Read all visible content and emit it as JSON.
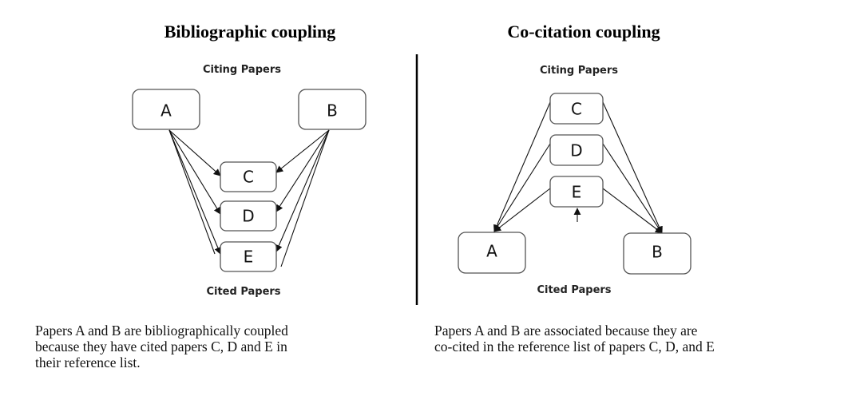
{
  "bibliographic": {
    "title": "Bibliographic coupling",
    "citing_label": "Citing Papers",
    "cited_label": "Cited Papers",
    "nodes": {
      "A": "A",
      "B": "B",
      "C": "C",
      "D": "D",
      "E": "E"
    },
    "caption_lines": [
      "Papers A and B are bibliographically coupled",
      "because they have cited papers C, D and E in",
      "their reference list."
    ]
  },
  "cocitation": {
    "title": "Co-citation coupling",
    "citing_label": "Citing Papers",
    "cited_label": "Cited Papers",
    "nodes": {
      "C": "C",
      "D": "D",
      "E": "E",
      "A": "A",
      "B": "B"
    },
    "caption_lines": [
      "Papers A and B are associated because they are",
      "co-cited in the reference list of papers C, D, and E"
    ]
  }
}
